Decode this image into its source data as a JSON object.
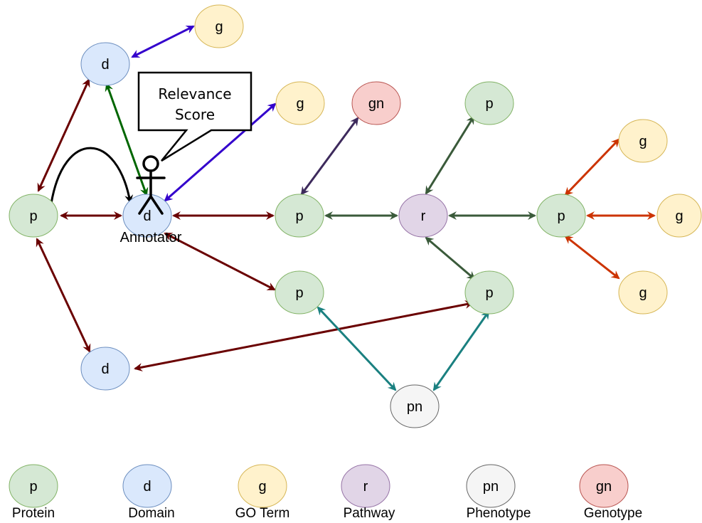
{
  "colors": {
    "protein_fill": "#d5e8d4",
    "protein_stroke": "#82b366",
    "domain_fill": "#dae8fc",
    "domain_stroke": "#6c8ebf",
    "go_fill": "#fff2cc",
    "go_stroke": "#d6b656",
    "pathway_fill": "#e1d5e7",
    "pathway_stroke": "#9673a6",
    "phenotype_fill": "#f5f5f5",
    "phenotype_stroke": "#666666",
    "genotype_fill": "#f8cecc",
    "genotype_stroke": "#b85450",
    "edge_domain_protein": "#6a0000",
    "edge_protein_pathway": "#3a5a3a",
    "edge_domain_go": "#3300cc",
    "edge_domain_highlight": "#006600",
    "edge_genotype": "#3d2a5c",
    "edge_go_protein": "#cc3300",
    "edge_phenotype": "#1a8080",
    "edge_annotator": "#000000"
  },
  "nodes": {
    "p_left": "p",
    "d_center": "d",
    "d_top": "d",
    "d_bottom": "d",
    "g_top": "g",
    "g_mid": "g",
    "gn": "gn",
    "p_mid": "p",
    "p_lower_mid": "p",
    "r": "r",
    "p_top_right": "p",
    "p_lower_right": "p",
    "p_right": "p",
    "g_right_top": "g",
    "g_right_mid": "g",
    "g_right_bottom": "g",
    "pn": "pn"
  },
  "annotator": {
    "label": "Annotator",
    "callout_line1": "Relevance",
    "callout_line2": "Score"
  },
  "legend": [
    {
      "symbol": "p",
      "label": "Protein",
      "type": "protein"
    },
    {
      "symbol": "d",
      "label": "Domain",
      "type": "domain"
    },
    {
      "symbol": "g",
      "label": "GO Term",
      "type": "go"
    },
    {
      "symbol": "r",
      "label": "Pathway",
      "type": "pathway"
    },
    {
      "symbol": "pn",
      "label": "Phenotype",
      "type": "phenotype"
    },
    {
      "symbol": "gn",
      "label": "Genotype",
      "type": "genotype"
    }
  ]
}
